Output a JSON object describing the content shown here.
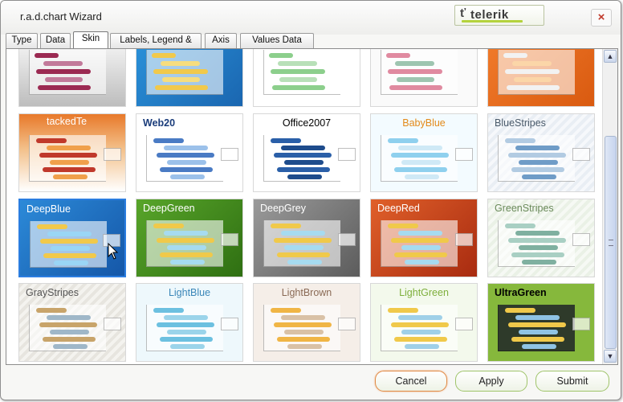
{
  "window": {
    "title": "r.a.d.chart Wizard",
    "logo_text": "telerik",
    "close_glyph": "×"
  },
  "tabs": [
    "Type",
    "Data",
    "Skin",
    "Labels, Legend & Title",
    "Axis",
    "Values Data Table"
  ],
  "active_tab": "Skin",
  "skins_visible": [
    "Web20",
    "Office2007",
    "BabyBlue",
    "BlueStripes",
    "DeepBlue",
    "DeepGreen",
    "DeepGrey",
    "DeepRed",
    "GreenStripes",
    "GrayStripes",
    "LightBlue",
    "LightBrown",
    "LightGreen",
    "UltraGreen"
  ],
  "partial_skin_label": "tackedTe",
  "selected_skin": "DeepBlue",
  "buttons": {
    "cancel": "Cancel",
    "apply": "Apply",
    "submit": "Submit"
  },
  "scroll": {
    "up_glyph": "▲",
    "down_glyph": "▼"
  },
  "colors": {
    "accent_border": "#9fc46a",
    "cancel_border": "#e08a45",
    "deepblue": "#1f6fc0",
    "deepgreen": "#3e8a1c",
    "deepgrey": "#7c7c7c",
    "deepred": "#c8401e",
    "ultragreen": "#7fae35"
  }
}
